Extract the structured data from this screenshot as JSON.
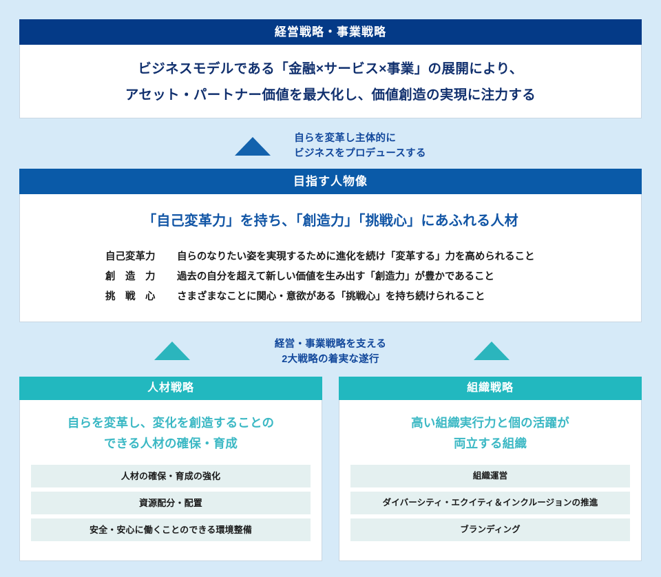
{
  "colors": {
    "page_background": "#d6eaf8",
    "header_navy": "#043a87",
    "header_blue": "#0a5aa8",
    "header_teal": "#22b8bf",
    "arrow_blue": "#1362ad",
    "arrow_teal": "#2bb5bd",
    "headline_blue": "#1155a5",
    "headline_teal": "#3bb8c4",
    "measure_strip": "#e4f0f0"
  },
  "strategy_panel": {
    "title": "経営戦略・事業戦略",
    "lines": [
      "ビジネスモデルである「金融×サービス×事業」の展開により、",
      "アセット・パートナー価値を最大化し、価値創造の実現に注力する"
    ]
  },
  "connector_top": {
    "arrow": "triangle-up-icon",
    "caption_lines": [
      "自らを変革し主体的に",
      "ビジネスをプロデュースする"
    ]
  },
  "persona_panel": {
    "title": "目指す人物像",
    "headline": "「自己変革力」を持ち、「創造力」「挑戦心」にあふれる人材",
    "traits": [
      {
        "term": "自己変革力",
        "description": "自らのなりたい姿を実現するために進化を続け「変革する」力を高められること"
      },
      {
        "term": "創　造　力",
        "description": "過去の自分を超えて新しい価値を生み出す「創造力」が豊かであること"
      },
      {
        "term": "挑　戦　心",
        "description": "さまざまなことに関心・意欲がある「挑戦心」を持ち続けられること"
      }
    ]
  },
  "connector_bottom": {
    "arrow_left": "triangle-up-icon",
    "arrow_right": "triangle-up-icon",
    "caption_lines": [
      "経営・事業戦略を支える",
      "2大戦略の着実な遂行"
    ]
  },
  "hr_panel": {
    "title": "人材戦略",
    "headline_lines": [
      "自らを変革し、変化を創造することの",
      "できる人材の確保・育成"
    ],
    "measures": [
      "人材の確保・育成の強化",
      "資源配分・配置",
      "安全・安心に働くことのできる環境整備"
    ]
  },
  "org_panel": {
    "title": "組織戦略",
    "headline_lines": [
      "高い組織実行力と個の活躍が",
      "両立する組織"
    ],
    "measures": [
      "組織運営",
      "ダイバーシティ・エクイティ＆インクルージョンの推進",
      "ブランディング"
    ]
  }
}
